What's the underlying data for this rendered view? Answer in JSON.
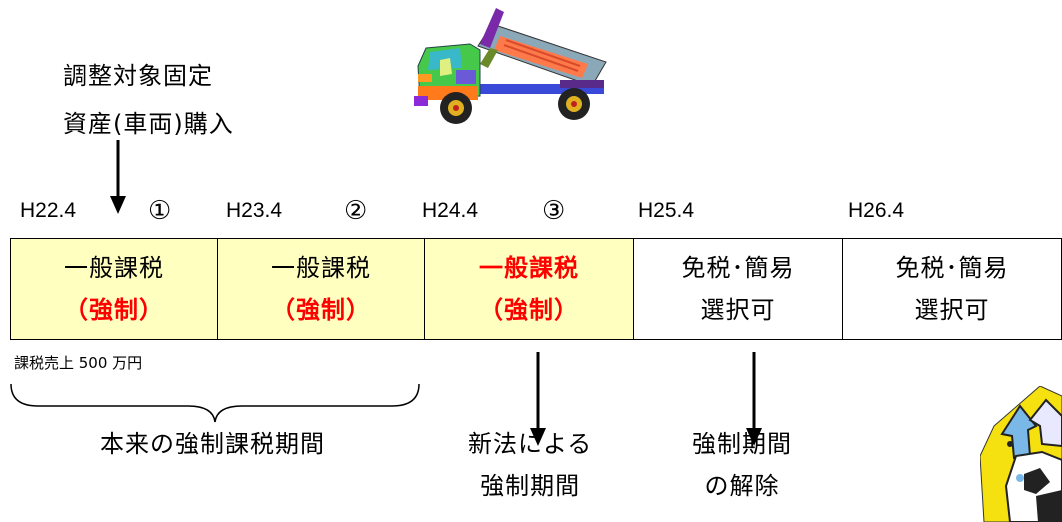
{
  "asset_label": {
    "line1": "調整対象固定",
    "line2": "資産(車両)購入"
  },
  "timeline": {
    "dates": [
      "H22.4",
      "H23.4",
      "H24.4",
      "H25.4",
      "H26.4"
    ],
    "markers": [
      "①",
      "②",
      "③"
    ]
  },
  "periods": [
    {
      "line1": "一般課税",
      "line2": "（強制）",
      "style": "yellow"
    },
    {
      "line1": "一般課税",
      "line2": "（強制）",
      "style": "yellow"
    },
    {
      "line1": "一般課税",
      "line2": "（強制）",
      "style": "yellow-red"
    },
    {
      "line1": "免税･簡易",
      "line2": "選択可",
      "style": "white"
    },
    {
      "line1": "免税･簡易",
      "line2": "選択可",
      "style": "white"
    }
  ],
  "sales_threshold": "課税売上 500 万円",
  "bottom_labels": {
    "original_period": "本来の強制課税期間",
    "new_law": {
      "line1": "新法による",
      "line2": "強制期間"
    },
    "release": {
      "line1": "強制期間",
      "line2": "の解除"
    }
  },
  "colors": {
    "highlight_yellow": "#ffffc0",
    "emphasis_red": "#ff0000"
  }
}
